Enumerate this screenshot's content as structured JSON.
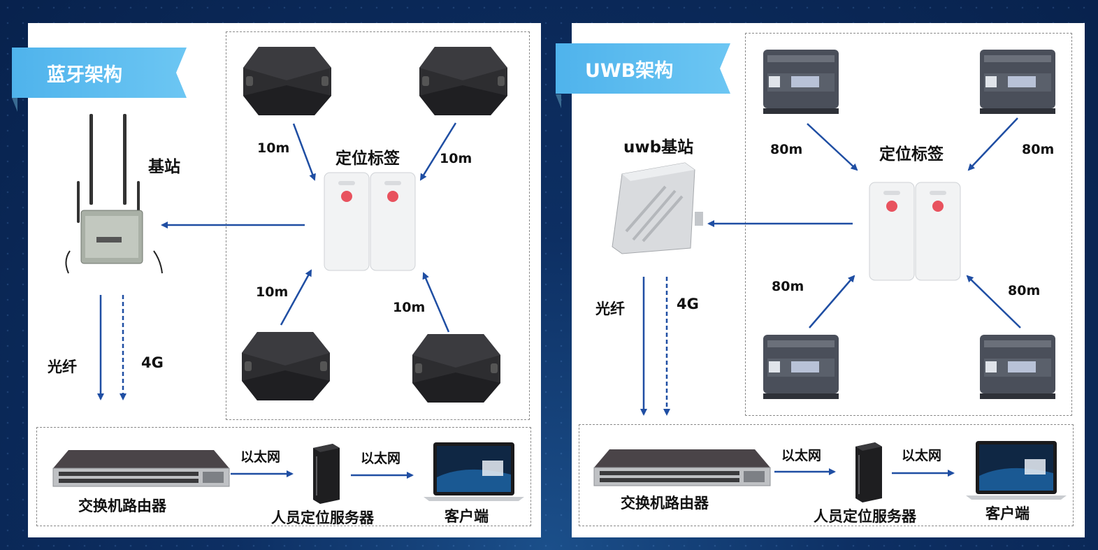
{
  "left_panel": {
    "title": "蓝牙架构",
    "base_station_label": "基站",
    "tag_label": "定位标签",
    "distances": [
      "10m",
      "10m",
      "10m",
      "10m"
    ],
    "link_fiber": "光纤",
    "link_4g": "4G",
    "switch_label": "交换机路由器",
    "ethernet_1": "以太网",
    "server_label": "人员定位服务器",
    "ethernet_2": "以太网",
    "client_label": "客户端"
  },
  "right_panel": {
    "title": "UWB架构",
    "base_station_label": "uwb基站",
    "tag_label": "定位标签",
    "distances": [
      "80m",
      "80m",
      "80m",
      "80m"
    ],
    "link_fiber": "光纤",
    "link_4g": "4G",
    "switch_label": "交换机路由器",
    "ethernet_1": "以太网",
    "server_label": "人员定位服务器",
    "ethernet_2": "以太网",
    "client_label": "客户端"
  },
  "colors": {
    "ribbon": "#5cbcef",
    "arrow": "#1f4ea3",
    "background": "#0d2f63",
    "beacon": "#2d2d30",
    "anchor": "#4a4f5a",
    "tag": "#f2f3f4",
    "tag_button": "#e8525e"
  }
}
